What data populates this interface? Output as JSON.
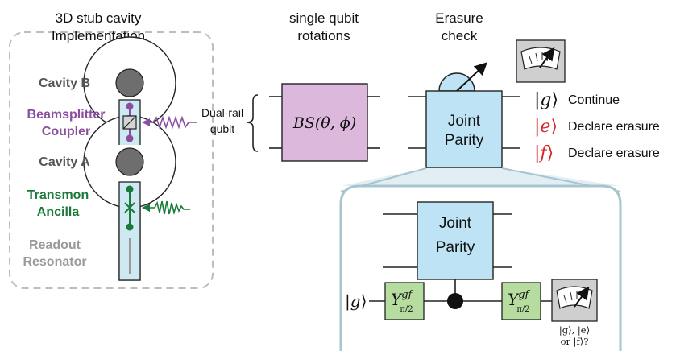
{
  "left_panel": {
    "title_line1": "3D stub cavity",
    "title_line2": "Implementation",
    "cavity_b": "Cavity B",
    "beamsplitter_line1": "Beamsplitter",
    "beamsplitter_line2": "Coupler",
    "cavity_a": "Cavity A",
    "transmon_line1": "Transmon",
    "transmon_line2": "Ancilla",
    "readout_line1": "Readout",
    "readout_line2": "Resonator"
  },
  "middle": {
    "title_line1": "single qubit",
    "title_line2": "rotations",
    "dual_rail_line1": "Dual-rail",
    "dual_rail_line2": "qubit",
    "gate_label": "BS(θ, ϕ)"
  },
  "erasure": {
    "title_line1": "Erasure",
    "title_line2": "check",
    "gate_line1": "Joint",
    "gate_line2": "Parity"
  },
  "outcomes": [
    {
      "ket": "g",
      "label": "Continue",
      "color": "#111111"
    },
    {
      "ket": "e",
      "label": "Declare erasure",
      "color": "#d42a2a"
    },
    {
      "ket": "f",
      "label": "Declare erasure",
      "color": "#d42a2a"
    }
  ],
  "zoom": {
    "gate_line1": "Joint",
    "gate_line2": "Parity",
    "ancilla_ket": "g",
    "rotation_gate": "Y",
    "rotation_sup": "gf",
    "rotation_sub": "π/2",
    "result_line1": "|g⟩, |e⟩",
    "result_line2": "or |f⟩?"
  },
  "colors": {
    "purple": "#8a4f9e",
    "green": "#1a7a3a",
    "gray": "#555555",
    "light_gray": "#9a9a9a",
    "red": "#d42a2a",
    "bs_fill": "#dcb8dc",
    "parity_fill": "#bde3f5",
    "rot_fill": "#b7dca0",
    "meter_fill": "#cfcfcf",
    "panel_border": "#a7c4cf",
    "tube_fill": "#cfe9f3"
  }
}
